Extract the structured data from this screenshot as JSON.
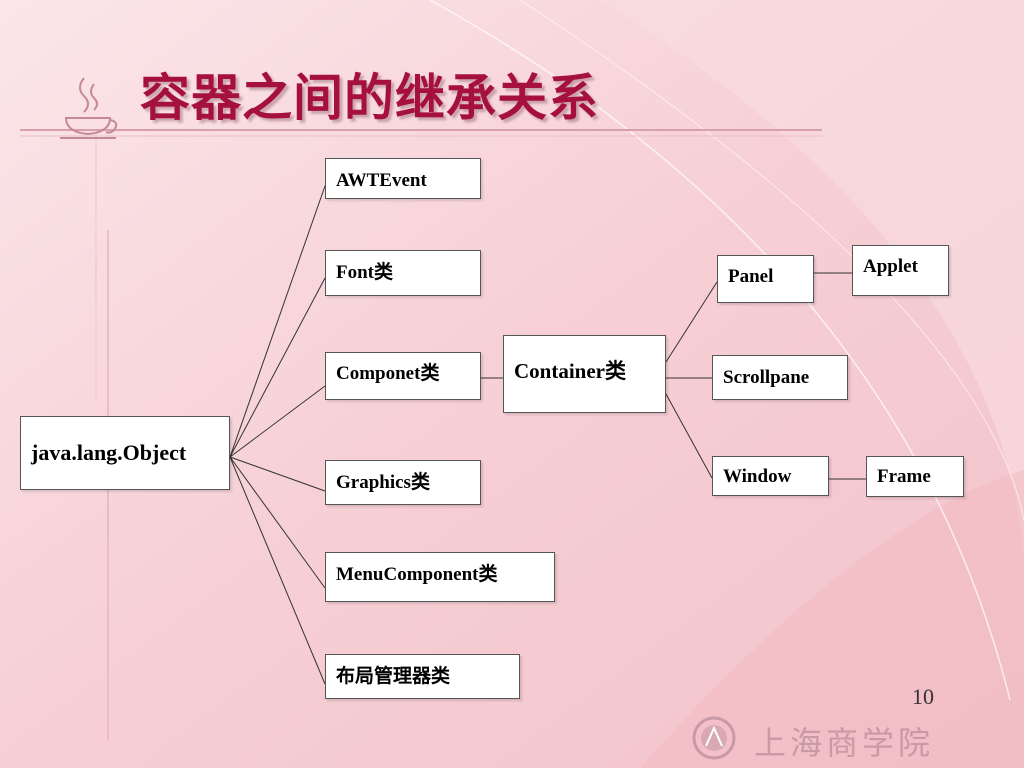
{
  "slide": {
    "title": "容器之间的继承关系",
    "page_number": "10",
    "school_name": "上海商学院"
  },
  "colors": {
    "title": "#a5103f",
    "background": "#f7d3d8",
    "line": "#333333",
    "box_border": "#555555"
  },
  "diagram": {
    "root": "java.lang.Object",
    "children": [
      "AWTEvent",
      "Font类",
      "Componet类",
      "Graphics类",
      "MenuComponent类",
      "布局管理器类"
    ],
    "container": "Container类",
    "container_children": [
      "Panel",
      "Scrollpane",
      "Window"
    ],
    "panel_child": "Applet",
    "window_child": "Frame"
  }
}
